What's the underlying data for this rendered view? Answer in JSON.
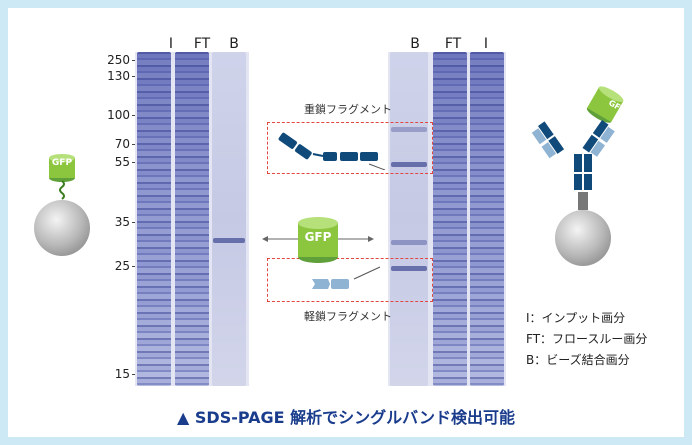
{
  "lanes_left": [
    "I",
    "FT",
    "B"
  ],
  "lanes_right": [
    "B",
    "FT",
    "I"
  ],
  "mw_markers": [
    "250",
    "130",
    "100",
    "70",
    "55",
    "35",
    "25",
    "15"
  ],
  "heavy_chain_label": "重鎖フラグメント",
  "light_chain_label": "軽鎖フラグメント",
  "gfp_label": "GFP",
  "legend": {
    "input": "I：インプット画分",
    "flowthrough": "FT：フロースルー画分",
    "beads": "B：ビーズ結合画分"
  },
  "caption": "▲ SDS-PAGE 解析でシングルバンド検出可能",
  "colors": {
    "background": "#cde9f6",
    "caption": "#1a3c8c",
    "gfp": "#8cc63f",
    "antibody": "#0f4a7a",
    "dashed_box": "#e2463f"
  }
}
